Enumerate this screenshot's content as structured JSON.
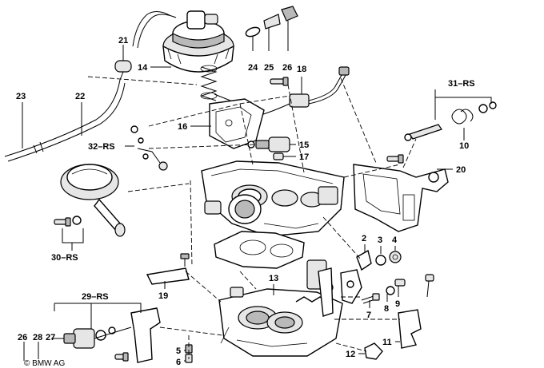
{
  "callouts": {
    "c21": "21",
    "c14": "14",
    "c24": "24",
    "c25": "25",
    "c26a": "26",
    "c18": "18",
    "c23": "23",
    "c22": "22",
    "c16": "16",
    "c32rs": "32–RS",
    "c15": "15",
    "c17": "17",
    "c31rs": "31–RS",
    "c10": "10",
    "c20": "20",
    "c30rs": "30–RS",
    "c2": "2",
    "c3": "3",
    "c4": "4",
    "c13": "13",
    "c19": "19",
    "c7": "7",
    "c8": "8",
    "c9": "9",
    "c29rs": "29–RS",
    "c26b": "26",
    "c28": "28",
    "c27": "27",
    "c5": "5",
    "c6": "6",
    "c12": "12",
    "c11": "11"
  },
  "copyright": "© BMW AG"
}
